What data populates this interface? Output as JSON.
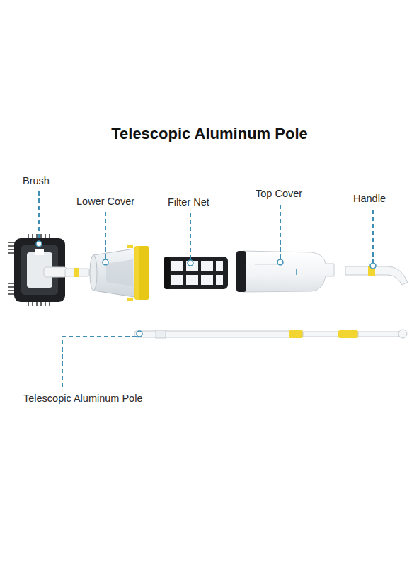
{
  "diagram": {
    "title": "Telescopic Aluminum Pole",
    "labels": [
      "Brush",
      "Lower Cover",
      "Filter Net",
      "Top Cover",
      "Handle",
      "Telescopic Aluminum Pole"
    ]
  }
}
